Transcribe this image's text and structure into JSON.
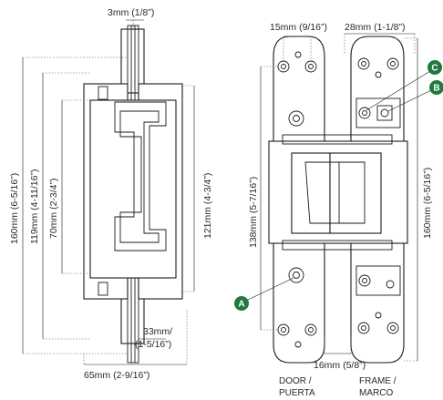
{
  "side_view": {
    "dim_160": "160mm (6-5/16”)",
    "dim_119": "119mm (4-11/16”)",
    "dim_70": "70mm (2-3/4”)",
    "dim_121": "121mm (4-3/4”)",
    "dim_3": "3mm (1/8”)",
    "dim_33_a": "33mm/",
    "dim_33_b": "(1-5/16”)",
    "dim_65": "65mm (2-9/16”)"
  },
  "front_view": {
    "dim_15": "15mm (9/16”)",
    "dim_28": "28mm (1-1/8”)",
    "dim_138": "138mm (5-7/16”)",
    "dim_160": "160mm (6-5/16”)",
    "dim_16": "16mm (5/8”)",
    "door_label_1": "DOOR /",
    "door_label_2": "PUERTA",
    "frame_label_1": "FRAME /",
    "frame_label_2": "MARCO"
  },
  "callouts": [
    {
      "letter": "A"
    },
    {
      "letter": "B"
    },
    {
      "letter": "C"
    }
  ],
  "colors": {
    "callout_green": "#1f7a3f",
    "line": "#1a1a1a"
  }
}
